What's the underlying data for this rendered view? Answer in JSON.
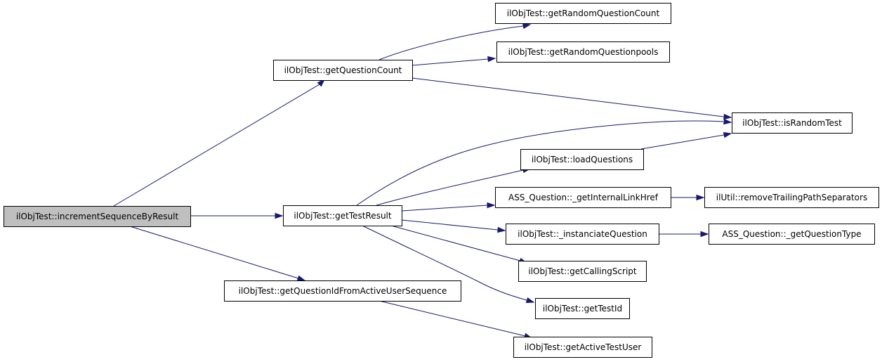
{
  "graph": {
    "colors": {
      "edge": "#191970",
      "node_border": "#000000",
      "node_fill": "#ffffff",
      "root_fill": "#bfbfbf"
    },
    "nodes": [
      {
        "id": "increment",
        "label": "ilObjTest::incrementSequenceByResult",
        "root": true
      },
      {
        "id": "getQuestionCount",
        "label": "ilObjTest::getQuestionCount"
      },
      {
        "id": "getTestResult",
        "label": "ilObjTest::getTestResult"
      },
      {
        "id": "getQIdFromSeq",
        "label": "ilObjTest::getQuestionIdFromActiveUserSequence"
      },
      {
        "id": "getRandomQuestionCount",
        "label": "ilObjTest::getRandomQuestionCount"
      },
      {
        "id": "getRandomQuestionpools",
        "label": "ilObjTest::getRandomQuestionpools"
      },
      {
        "id": "isRandomTest",
        "label": "ilObjTest::isRandomTest"
      },
      {
        "id": "loadQuestions",
        "label": "ilObjTest::loadQuestions"
      },
      {
        "id": "getInternalLinkHref",
        "label": "ASS_Question::_getInternalLinkHref"
      },
      {
        "id": "removeTrailing",
        "label": "ilUtil::removeTrailingPathSeparators"
      },
      {
        "id": "instanciateQuestion",
        "label": "ilObjTest::_instanciateQuestion"
      },
      {
        "id": "getQuestionType",
        "label": "ASS_Question::_getQuestionType"
      },
      {
        "id": "getCallingScript",
        "label": "ilObjTest::getCallingScript"
      },
      {
        "id": "getTestId",
        "label": "ilObjTest::getTestId"
      },
      {
        "id": "getActiveTestUser",
        "label": "ilObjTest::getActiveTestUser"
      }
    ],
    "edges": [
      {
        "from": "increment",
        "to": "getQuestionCount"
      },
      {
        "from": "increment",
        "to": "getTestResult"
      },
      {
        "from": "increment",
        "to": "getQIdFromSeq"
      },
      {
        "from": "getQuestionCount",
        "to": "getRandomQuestionCount"
      },
      {
        "from": "getQuestionCount",
        "to": "getRandomQuestionpools"
      },
      {
        "from": "getQuestionCount",
        "to": "isRandomTest"
      },
      {
        "from": "getTestResult",
        "to": "isRandomTest"
      },
      {
        "from": "getTestResult",
        "to": "loadQuestions"
      },
      {
        "from": "getTestResult",
        "to": "getInternalLinkHref"
      },
      {
        "from": "getTestResult",
        "to": "instanciateQuestion"
      },
      {
        "from": "getTestResult",
        "to": "getCallingScript"
      },
      {
        "from": "getTestResult",
        "to": "getTestId"
      },
      {
        "from": "loadQuestions",
        "to": "isRandomTest"
      },
      {
        "from": "getInternalLinkHref",
        "to": "removeTrailing"
      },
      {
        "from": "instanciateQuestion",
        "to": "getQuestionType"
      },
      {
        "from": "getQIdFromSeq",
        "to": "getActiveTestUser"
      }
    ]
  }
}
